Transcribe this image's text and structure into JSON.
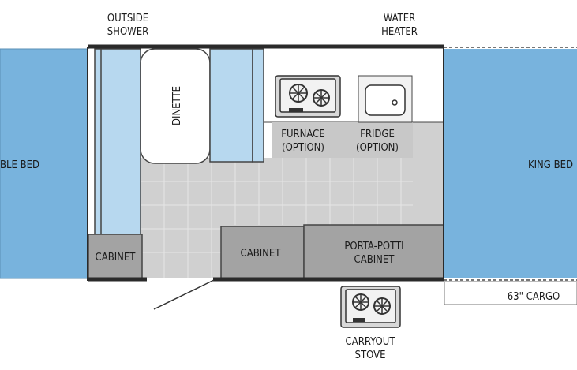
{
  "labels": {
    "outside_shower": [
      "OUTSIDE",
      "SHOWER"
    ],
    "water_heater": [
      "WATER",
      "HEATER"
    ],
    "dinette": "DINETTE",
    "furnace": [
      "FURNACE",
      "(OPTION)"
    ],
    "fridge": [
      "FRIDGE",
      "(OPTION)"
    ],
    "left_bed": "BLE BED",
    "right_bed": "KING BED",
    "cabinet_left": "CABINET",
    "cabinet_center": "CABINET",
    "porta_potti": [
      "PORTA-POTTI",
      "CABINET"
    ],
    "cargo": "63\" CARGO",
    "carryout_stove": [
      "CARRYOUT",
      "STOVE"
    ]
  },
  "colors": {
    "bed_blue": "#78b3dd",
    "bench_blue": "#b7d8ef",
    "cabinet_gray": "#a3a3a3",
    "floor_gray": "#d0d0d0",
    "wall": "#2a2a2a",
    "appliance_bg": "#c8c8c8"
  }
}
